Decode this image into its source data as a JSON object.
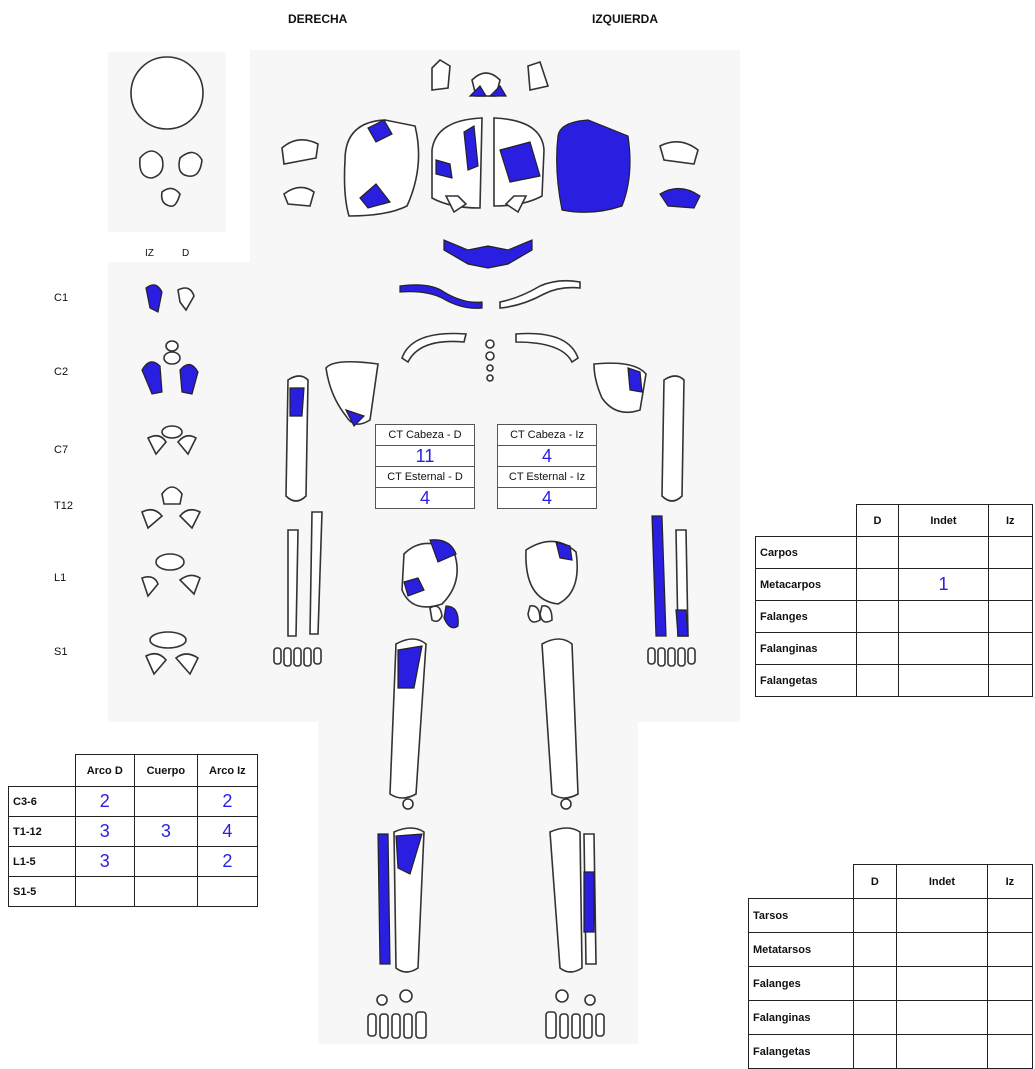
{
  "headers": {
    "right": "DERECHA",
    "left": "IZQUIERDA"
  },
  "vertebra_header": {
    "iz": "IZ",
    "d": "D"
  },
  "vertebra_labels": [
    "C1",
    "C2",
    "C7",
    "T12",
    "L1",
    "S1"
  ],
  "ct_boxes": {
    "cabeza_d": {
      "label": "CT Cabeza - D",
      "value": "11"
    },
    "cabeza_iz": {
      "label": "CT Cabeza - Iz",
      "value": "4"
    },
    "esternal_d": {
      "label": "CT Esternal - D",
      "value": "4"
    },
    "esternal_iz": {
      "label": "CT Esternal - Iz",
      "value": "4"
    }
  },
  "hand_table": {
    "columns": [
      "D",
      "Indet",
      "Iz"
    ],
    "rows": [
      {
        "label": "Carpos",
        "d": "",
        "indet": "",
        "iz": ""
      },
      {
        "label": "Metacarpos",
        "d": "",
        "indet": "1",
        "iz": ""
      },
      {
        "label": "Falanges",
        "d": "",
        "indet": "",
        "iz": ""
      },
      {
        "label": "Falanginas",
        "d": "",
        "indet": "",
        "iz": ""
      },
      {
        "label": "Falangetas",
        "d": "",
        "indet": "",
        "iz": ""
      }
    ]
  },
  "foot_table": {
    "columns": [
      "D",
      "Indet",
      "Iz"
    ],
    "rows": [
      {
        "label": "Tarsos",
        "d": "",
        "indet": "",
        "iz": ""
      },
      {
        "label": "Metatarsos",
        "d": "",
        "indet": "",
        "iz": ""
      },
      {
        "label": "Falanges",
        "d": "",
        "indet": "",
        "iz": ""
      },
      {
        "label": "Falanginas",
        "d": "",
        "indet": "",
        "iz": ""
      },
      {
        "label": "Falangetas",
        "d": "",
        "indet": "",
        "iz": ""
      }
    ]
  },
  "vertebra_table": {
    "columns": [
      "Arco D",
      "Cuerpo",
      "Arco Iz"
    ],
    "rows": [
      {
        "label": "C3-6",
        "arco_d": "2",
        "cuerpo": "",
        "arco_iz": "2"
      },
      {
        "label": "T1-12",
        "arco_d": "3",
        "cuerpo": "3",
        "arco_iz": "4"
      },
      {
        "label": "L1-5",
        "arco_d": "3",
        "cuerpo": "",
        "arco_iz": "2"
      },
      {
        "label": "S1-5",
        "arco_d": "",
        "cuerpo": "",
        "arco_iz": ""
      }
    ]
  },
  "colors": {
    "marked": "#2a1fe0",
    "outline": "#333333"
  }
}
